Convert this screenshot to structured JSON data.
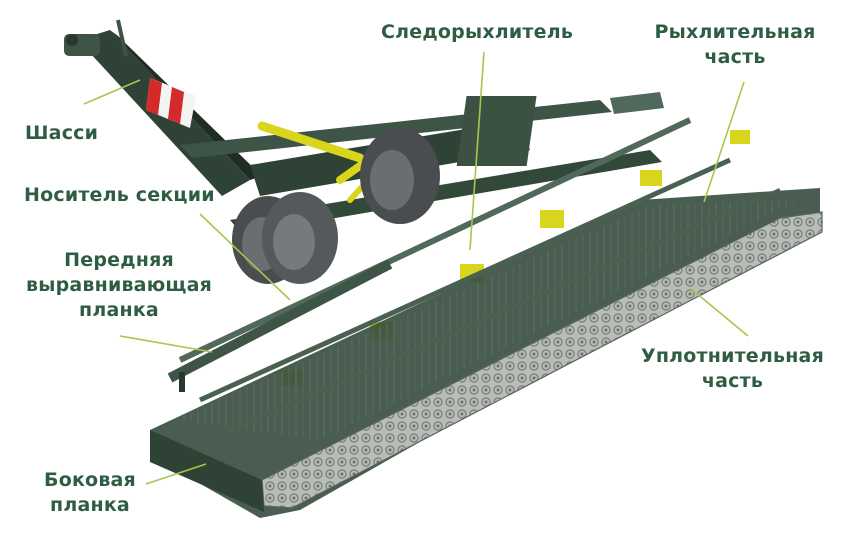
{
  "labels": {
    "chassis": "Шасси",
    "section_carrier": "Носитель секции",
    "front_leveler_1": "Передняя",
    "front_leveler_2": "выравнивающая",
    "front_leveler_3": "планка",
    "track_loosener": "Следорыхлитель",
    "loosening_1": "Рыхлительная",
    "loosening_2": "часть",
    "compaction_1": "Уплотнительная",
    "compaction_2": "часть",
    "side_plank_1": "Боковая",
    "side_plank_2": "планка"
  },
  "colors": {
    "label_text": "#2f5d44",
    "leader_line": "#a8c64a",
    "frame": "#3e5446",
    "frame_dark": "#28382e",
    "hydraulic": "#d9d41c",
    "tyre": "#4a4d4f",
    "roller": "#b9bdb8",
    "warning_red": "#d42a2a"
  }
}
